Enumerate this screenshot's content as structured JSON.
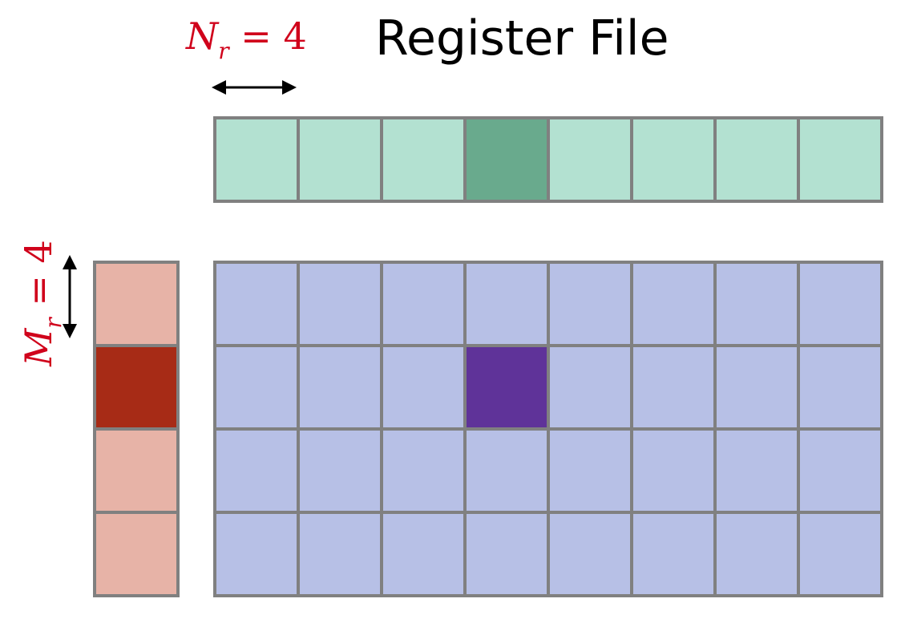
{
  "title": "Register File",
  "nr_label": {
    "symbol": "N",
    "subscript": "r",
    "equals": " = ",
    "value": "4"
  },
  "mr_label": {
    "symbol": "M",
    "subscript": "r",
    "equals": " = ",
    "value": "4"
  },
  "colors": {
    "b_cell": "#b3e1d1",
    "b_highlight": "#69aa8d",
    "a_cell": "#e7b3a7",
    "a_highlight": "#a72b16",
    "c_cell": "#b7c0e6",
    "c_highlight": "#5f3399",
    "grid_stroke": "#808080",
    "label": "#d0021b"
  },
  "b_row": {
    "columns": 8,
    "highlight_column": 3
  },
  "a_column": {
    "rows": 4,
    "highlight_row": 1
  },
  "c_matrix": {
    "rows": 4,
    "columns": 8,
    "highlight_row": 1,
    "highlight_column": 3
  }
}
